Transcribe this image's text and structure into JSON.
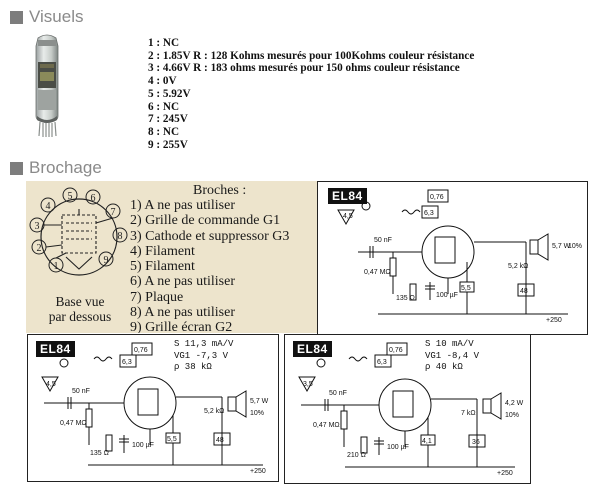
{
  "sections": {
    "visuels": "Visuels",
    "brochage": "Brochage"
  },
  "pin_measurements": [
    "1 : NC",
    "2 : 1.85V R : 128 Kohms mesurés pour 100Kohms couleur résistance",
    "3 : 4.66V R : 183 ohms mesurés pour 150 ohms couleur résistance",
    "4 : 0V",
    "5 : 5.92V",
    "6 : NC",
    "7 : 245V",
    "8 : NC",
    "9 : 255V"
  ],
  "pinout": {
    "title": "Broches :",
    "items": [
      "1) A ne pas utiliser",
      "2) Grille de commande G1",
      "3) Cathode et suppressor G3",
      "4) Filament",
      "5) Filament",
      "6) A ne pas utiliser",
      "7) Plaque",
      "8) A ne pas utiliser",
      "9) Grille écran G2"
    ],
    "base_caption_1": "Base vue",
    "base_caption_2": "par dessous",
    "pin_numbers": [
      "1",
      "2",
      "3",
      "4",
      "5",
      "6",
      "7",
      "8",
      "9"
    ]
  },
  "schematics": [
    {
      "tube": "EL84",
      "specs": [],
      "input_v": "4,5",
      "coupling": "50 nF",
      "grid_r": "0,47 MΩ",
      "cathode_r": "135 Ω",
      "cathode_c": "100 µF",
      "plate_v": "0,76",
      "heater_box": "6,3",
      "screen_v": "5,5",
      "current": "48",
      "load": "5,2 kΩ",
      "speaker": "5,7 W",
      "distortion": "10%",
      "supply": "+250"
    },
    {
      "tube": "EL84",
      "specs": [
        "S      11,3 mA/V",
        "VG1    -7,3 V",
        "ρ       38 kΩ"
      ],
      "input_v": "4,5",
      "coupling": "50 nF",
      "grid_r": "0,47 MΩ",
      "cathode_r": "135 Ω",
      "cathode_c": "100 µF",
      "plate_v": "0,76",
      "heater_box": "6,3",
      "screen_v": "5,5",
      "current": "48",
      "load": "5,2 kΩ",
      "speaker": "5,7 W",
      "distortion": "10%",
      "supply": "+250"
    },
    {
      "tube": "EL84",
      "specs": [
        "S      10 mA/V",
        "VG1    -8,4 V",
        "ρ       40 kΩ"
      ],
      "input_v": "3,5",
      "coupling": "50 nF",
      "grid_r": "0,47 MΩ",
      "cathode_r": "210 Ω",
      "cathode_c": "100 µF",
      "plate_v": "0,76",
      "heater_box": "6,3",
      "screen_v": "4,1",
      "current": "36",
      "load": "7 kΩ",
      "speaker": "4,2 W",
      "distortion": "10%",
      "supply": "+250"
    }
  ]
}
